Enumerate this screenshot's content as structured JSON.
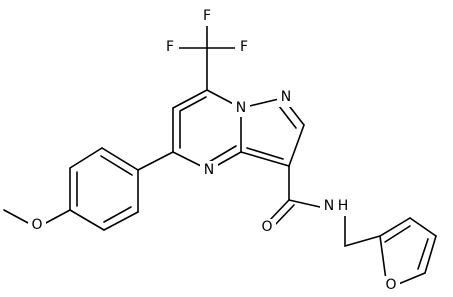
{
  "molecule": {
    "atoms": {
      "F1": "F",
      "F2": "F",
      "F3": "F",
      "N1": "N",
      "N2": "N",
      "N3": "N",
      "O_carbonyl": "O",
      "N_amide": "N",
      "H_amide": "H",
      "O_methoxy": "O",
      "O_furan": "O"
    }
  }
}
